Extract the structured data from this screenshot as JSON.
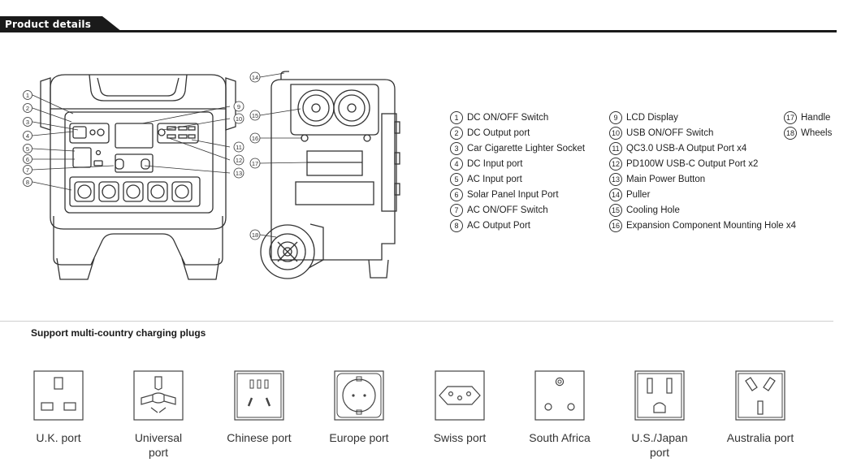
{
  "header": {
    "title": "Product details"
  },
  "legend": [
    {
      "num": "1",
      "label": "DC ON/OFF Switch"
    },
    {
      "num": "2",
      "label": "DC Output port"
    },
    {
      "num": "3",
      "label": "Car Cigarette Lighter Socket"
    },
    {
      "num": "4",
      "label": "DC Input port"
    },
    {
      "num": "5",
      "label": "AC Input port"
    },
    {
      "num": "6",
      "label": "Solar Panel Input Port"
    },
    {
      "num": "7",
      "label": "AC ON/OFF Switch"
    },
    {
      "num": "8",
      "label": "AC Output  Port"
    },
    {
      "num": "9",
      "label": "LCD Display"
    },
    {
      "num": "10",
      "label": "USB ON/OFF Switch"
    },
    {
      "num": "11",
      "label": "QC3.0 USB-A Output Port x4"
    },
    {
      "num": "12",
      "label": "PD100W USB-C Output Port x2"
    },
    {
      "num": "13",
      "label": "Main Power Button"
    },
    {
      "num": "14",
      "label": "Puller"
    },
    {
      "num": "15",
      "label": "Cooling Hole"
    },
    {
      "num": "16",
      "label": "Expansion Component Mounting Hole x4"
    },
    {
      "num": "17",
      "label": "Handle"
    },
    {
      "num": "18",
      "label": "Wheels"
    }
  ],
  "front_callouts": [
    "1",
    "2",
    "3",
    "4",
    "5",
    "6",
    "7",
    "8",
    "9",
    "10",
    "11",
    "12",
    "13"
  ],
  "side_callouts": [
    "14",
    "15",
    "16",
    "17",
    "18"
  ],
  "plugs_section": {
    "title": "Support multi-country charging plugs"
  },
  "plugs": [
    {
      "label": "U.K. port",
      "icon": "uk-plug-icon"
    },
    {
      "label": "Universal port",
      "icon": "universal-plug-icon"
    },
    {
      "label": "Chinese port",
      "icon": "chinese-plug-icon"
    },
    {
      "label": "Europe port",
      "icon": "europe-plug-icon"
    },
    {
      "label": "Swiss port",
      "icon": "swiss-plug-icon"
    },
    {
      "label": "South Africa",
      "icon": "south-africa-plug-icon"
    },
    {
      "label": "U.S./Japan port",
      "icon": "us-japan-plug-icon"
    },
    {
      "label": "Australia port",
      "icon": "australia-plug-icon"
    }
  ]
}
